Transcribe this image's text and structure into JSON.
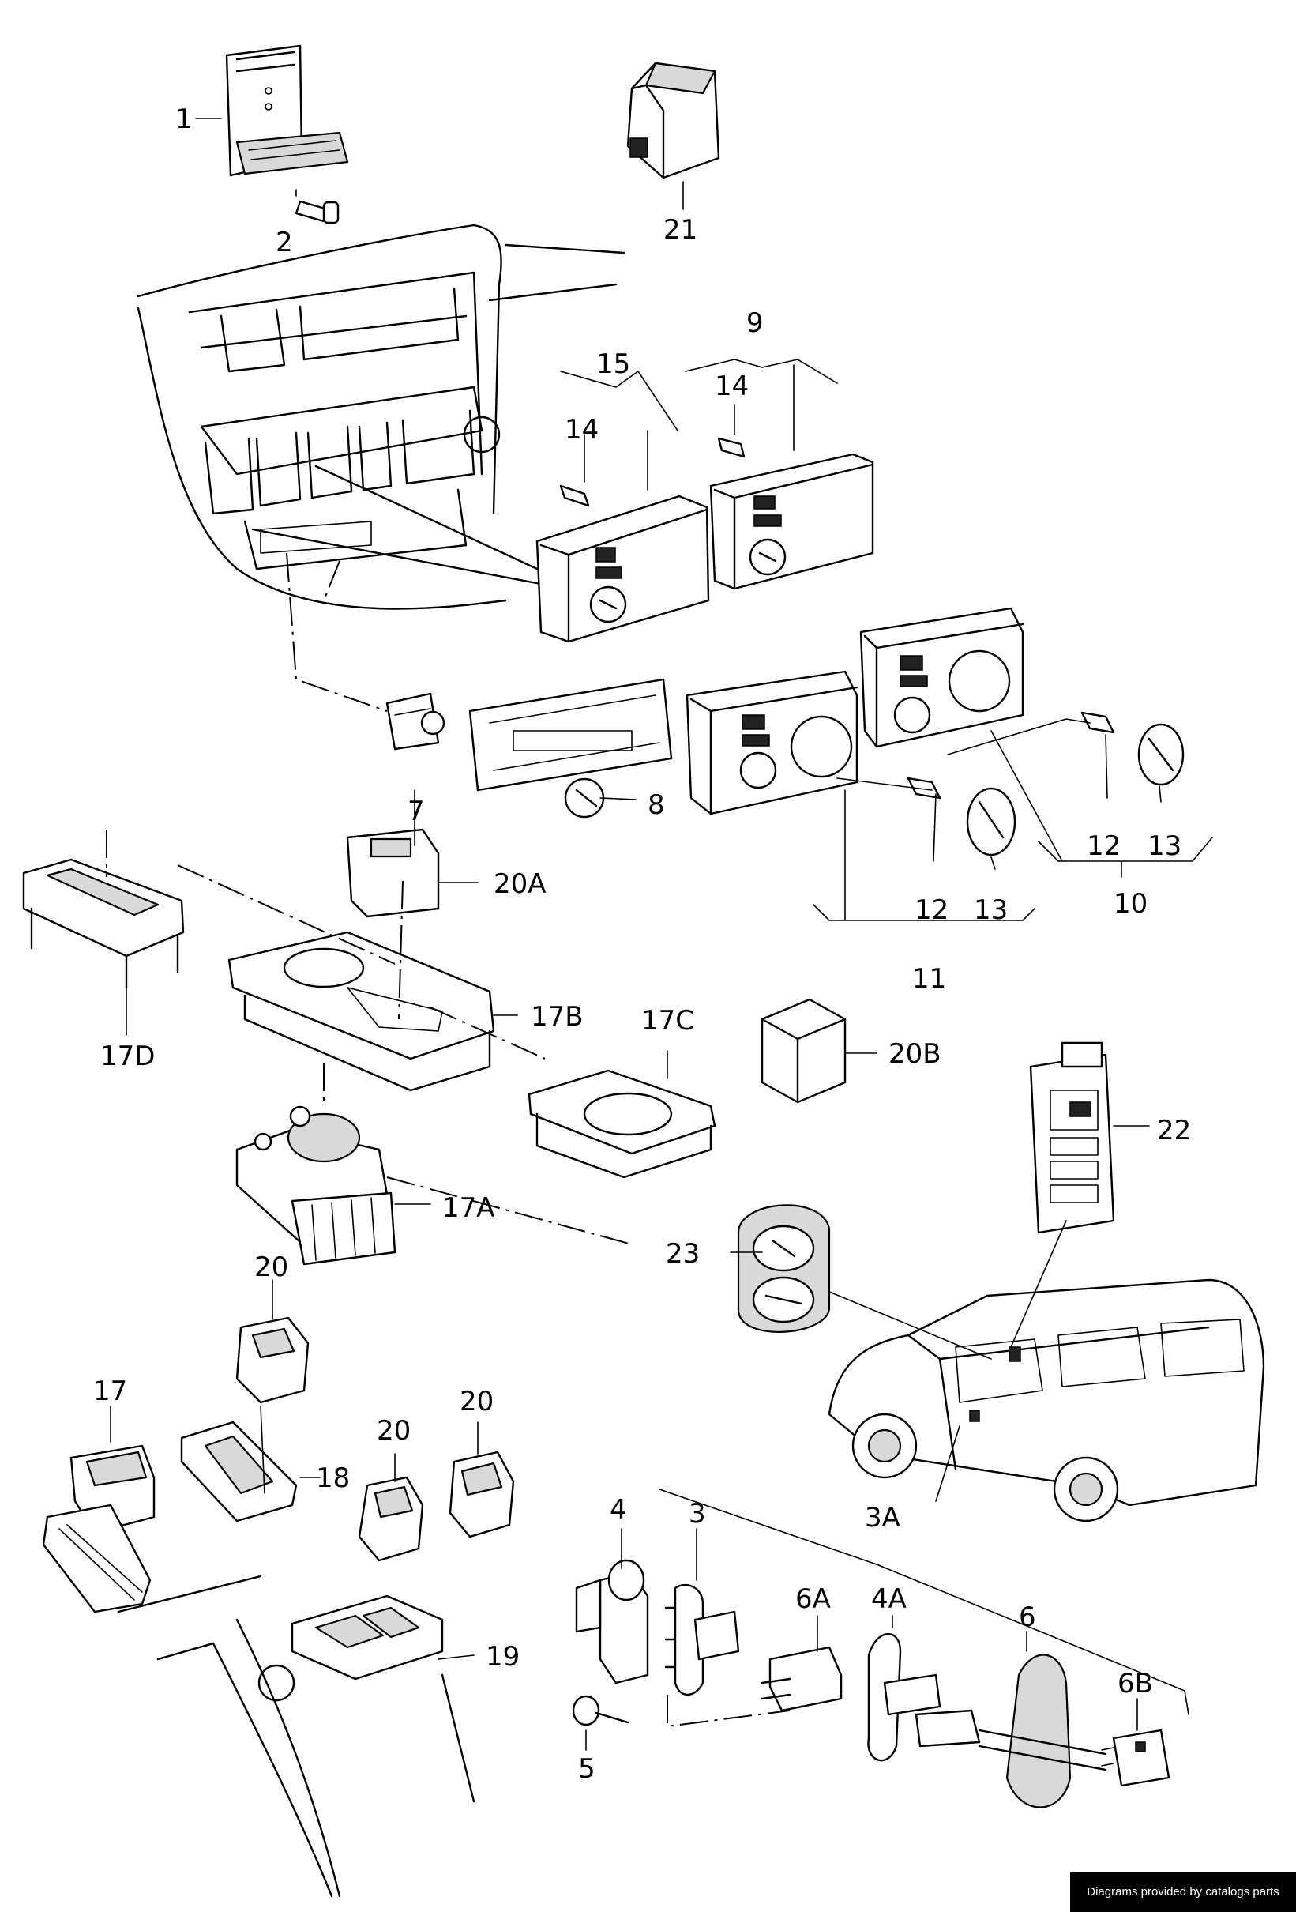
{
  "labels": {
    "l1": "1",
    "l2": "2",
    "l21": "21",
    "l9": "9",
    "l15": "15",
    "l14a": "14",
    "l14b": "14",
    "l7": "7",
    "l8": "8",
    "l20A": "20A",
    "l17D": "17D",
    "l17B": "17B",
    "l17C": "17C",
    "l12a": "12",
    "l13a": "13",
    "l12b": "12",
    "l13b": "13",
    "l10": "10",
    "l11": "11",
    "l20B": "20B",
    "l22": "22",
    "l17A": "17A",
    "l23": "23",
    "l20a": "20",
    "l17": "17",
    "l18": "18",
    "l20b": "20",
    "l20c": "20",
    "l19": "19",
    "l3A": "3A",
    "l4": "4",
    "l3": "3",
    "l6A": "6A",
    "l4A": "4A",
    "l6": "6",
    "l6B": "6B",
    "l5": "5"
  },
  "credit": "Diagrams provided by catalogs parts"
}
